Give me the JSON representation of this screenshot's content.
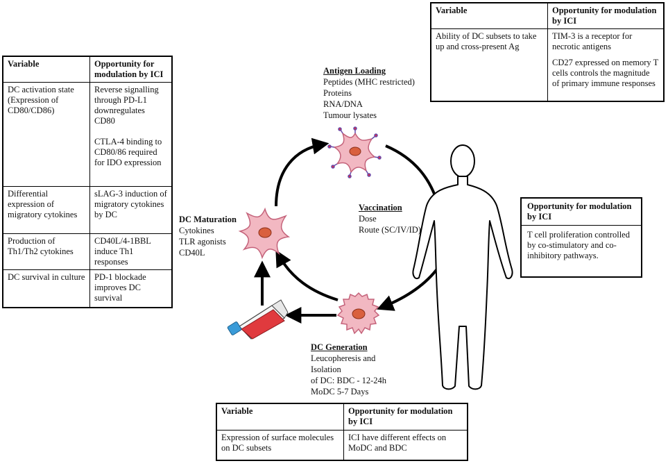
{
  "tables": {
    "left": {
      "headers": [
        "Variable",
        "Opportunity for modulation by ICI"
      ],
      "rows": [
        {
          "variable": "DC activation state (Expression of CD80/CD86)",
          "opportunity": [
            "Reverse signalling through PD-L1 downregulates CD80",
            "CTLA-4 binding to CD80/86 required for IDO expression"
          ]
        },
        {
          "variable": "Differential expression of migratory cytokines",
          "opportunity": [
            "sLAG-3 induction of migratory cytokines by DC"
          ]
        },
        {
          "variable": "Production of Th1/Th2 cytokines",
          "opportunity": [
            "CD40L/4-1BBL induce Th1 responses"
          ]
        },
        {
          "variable": "DC survival in culture",
          "opportunity": [
            "PD-1 blockade improves DC survival"
          ]
        }
      ]
    },
    "top_right": {
      "headers": [
        "Variable",
        "Opportunity for modulation by ICI"
      ],
      "rows": [
        {
          "variable": "Ability of DC subsets to take up and cross-present Ag",
          "opportunity": [
            "TIM-3 is a receptor for necrotic antigens",
            "CD27 expressed on memory T cells controls the magnitude of primary immune responses"
          ]
        }
      ]
    },
    "bottom": {
      "headers": [
        "Variable",
        "Opportunity for modulation by ICI"
      ],
      "rows": [
        {
          "variable": "Expression of surface molecules on DC subsets",
          "opportunity": [
            "ICI have different effects on MoDC and BDC"
          ]
        }
      ]
    }
  },
  "right_box": {
    "header": "Opportunity for modulation by ICI",
    "body": "T cell proliferation controlled by co-stimulatory and co-inhibitory pathways."
  },
  "steps": {
    "antigen_loading": {
      "title": "Antigen Loading",
      "lines": [
        "Peptides (MHC restricted)",
        "Proteins",
        "RNA/DNA",
        "Tumour lysates"
      ]
    },
    "vaccination": {
      "title": "Vaccination",
      "lines": [
        "Dose",
        "Route (SC/IV/ID)"
      ]
    },
    "dc_maturation": {
      "title": "DC Maturation",
      "lines": [
        "Cytokines",
        "TLR agonists",
        "CD40L"
      ]
    },
    "dc_generation": {
      "title": "DC Generation",
      "lines": [
        "Leucopheresis and",
        "Isolation",
        "of DC: BDC - 12-24h",
        "MoDC 5-7 Days"
      ]
    }
  },
  "colors": {
    "cell_fill": "#f2b8c2",
    "cell_edge": "#c4627a",
    "nucleus": "#d9603e",
    "flask_fill": "#e03a3e",
    "flask_cap": "#3a9bd8",
    "receptor_stem": "#6a4aa8",
    "receptor_tip": "#d8304a"
  }
}
